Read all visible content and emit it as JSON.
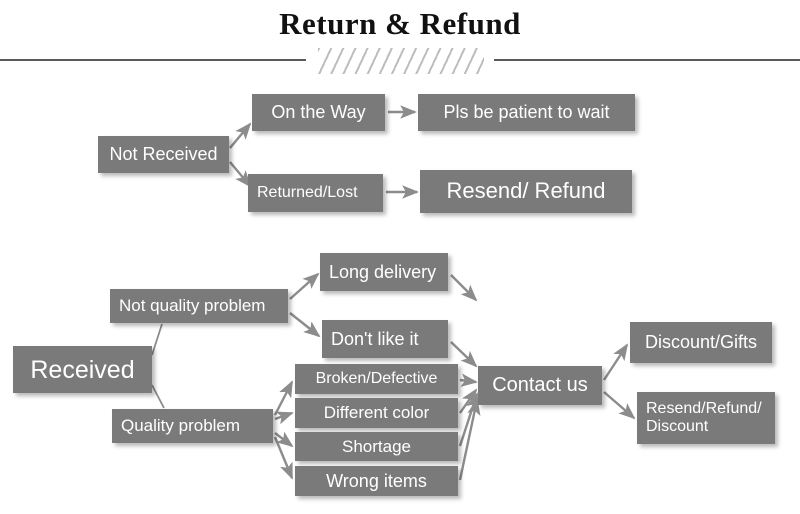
{
  "page": {
    "title": "Return & Refund",
    "divider_icon": "diagonal-hatch-divider",
    "box_color": "#7a7a7a",
    "arrow_color": "#8c8c8c",
    "text_color": "#ffffff",
    "background": "#ffffff"
  },
  "flow": {
    "not_received": {
      "root_label": "Not Received",
      "branches": [
        {
          "label": "On the Way",
          "outcome": "Pls be patient to wait"
        },
        {
          "label": "Returned/Lost",
          "outcome": "Resend/ Refund"
        }
      ]
    },
    "received": {
      "root_label": "Received",
      "branches": [
        {
          "label": "Not quality problem",
          "reasons": [
            "Long delivery",
            "Don't like it"
          ]
        },
        {
          "label": "Quality problem",
          "reasons": [
            "Broken/Defective",
            "Different color",
            "Shortage",
            "Wrong items"
          ]
        }
      ],
      "hub_label": "Contact us",
      "outcomes": [
        "Discount/Gifts",
        "Resend/Refund/\nDiscount"
      ]
    }
  }
}
